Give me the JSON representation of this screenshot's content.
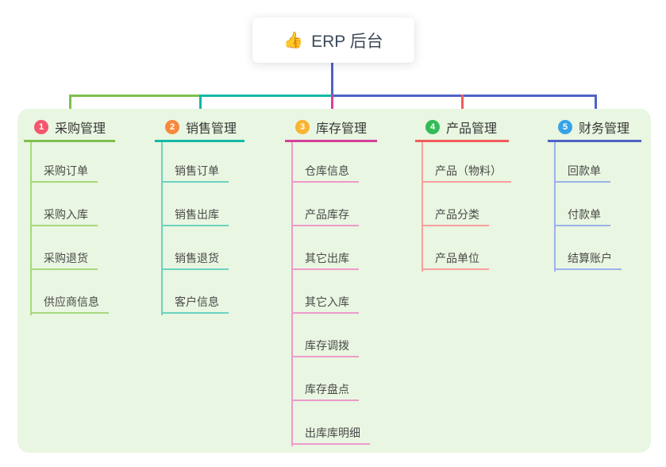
{
  "root": {
    "icon": "👍",
    "title": "ERP 后台"
  },
  "colors": {
    "panel_bg": "#e9f6e1",
    "root_card_bg": "#ffffff",
    "root_text": "#3e4a5a",
    "stem": "#4f63c5"
  },
  "branches": [
    {
      "badge": "1",
      "label": "采购管理",
      "color": "#7ebf4e",
      "color_light": "#a8d87d",
      "badge_color": "#f4566e",
      "children": [
        {
          "label": "采购订单"
        },
        {
          "label": "采购入库"
        },
        {
          "label": "采购退货"
        },
        {
          "label": "供应商信息"
        }
      ]
    },
    {
      "badge": "2",
      "label": "销售管理",
      "color": "#13b8a6",
      "color_light": "#6cd2c2",
      "badge_color": "#f8883d",
      "children": [
        {
          "label": "销售订单"
        },
        {
          "label": "销售出库"
        },
        {
          "label": "销售退货"
        },
        {
          "label": "客户信息"
        }
      ]
    },
    {
      "badge": "3",
      "label": "库存管理",
      "color": "#d6409b",
      "color_light": "#ef99cc",
      "badge_color": "#f8b331",
      "children": [
        {
          "label": "仓库信息"
        },
        {
          "label": "产品库存"
        },
        {
          "label": "其它出库"
        },
        {
          "label": "其它入库"
        },
        {
          "label": "库存调拨"
        },
        {
          "label": "库存盘点"
        },
        {
          "label": "出库库明细"
        }
      ]
    },
    {
      "badge": "4",
      "label": "产品管理",
      "color": "#f25b5b",
      "color_light": "#f89e9e",
      "badge_color": "#33bb58",
      "children": [
        {
          "label": "产品（物料）"
        },
        {
          "label": "产品分类"
        },
        {
          "label": "产品单位"
        }
      ]
    },
    {
      "badge": "5",
      "label": "财务管理",
      "color": "#4f63c5",
      "color_light": "#9bb2e8",
      "badge_color": "#36a3e8",
      "children": [
        {
          "label": "回款单"
        },
        {
          "label": "付款单"
        },
        {
          "label": "结算账户"
        }
      ]
    }
  ]
}
